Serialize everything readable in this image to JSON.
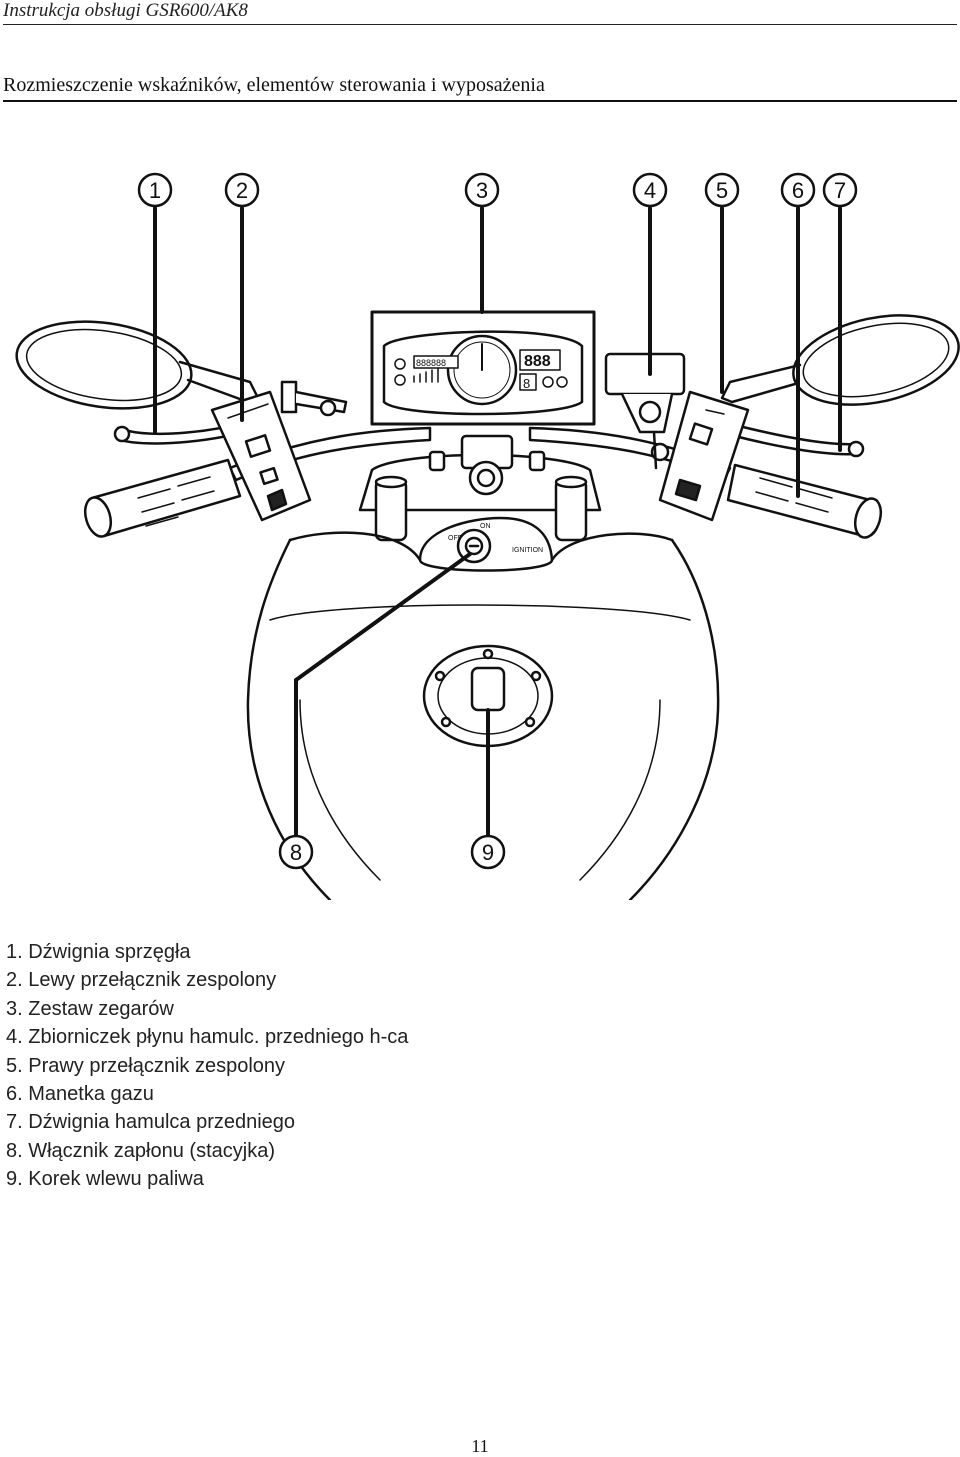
{
  "header": {
    "running_title": "Instrukcja obsługi GSR600/AK8"
  },
  "section": {
    "title": "Rozmieszczenie wskaźników, elementów sterowania i wyposażenia"
  },
  "figure": {
    "callouts": [
      "1",
      "2",
      "3",
      "4",
      "5",
      "6",
      "7",
      "8",
      "9"
    ],
    "switch_labels": {
      "ignition": "IGNITION",
      "on": "ON",
      "off": "OFF"
    },
    "odometer_digits": "888888",
    "speed_digits": "888",
    "gear_digit": "8"
  },
  "legend": [
    "1. Dźwignia sprzęgła",
    "2. Lewy przełącznik zespolony",
    "3. Zestaw zegarów",
    "4. Zbiorniczek płynu hamulc. przedniego h-ca",
    "5. Prawy przełącznik zespolony",
    "6. Manetka gazu",
    "7. Dźwignia hamulca przedniego",
    "8. Włącznik zapłonu (stacyjka)",
    "9. Korek wlewu paliwa"
  ],
  "footer": {
    "page_number": "11"
  }
}
